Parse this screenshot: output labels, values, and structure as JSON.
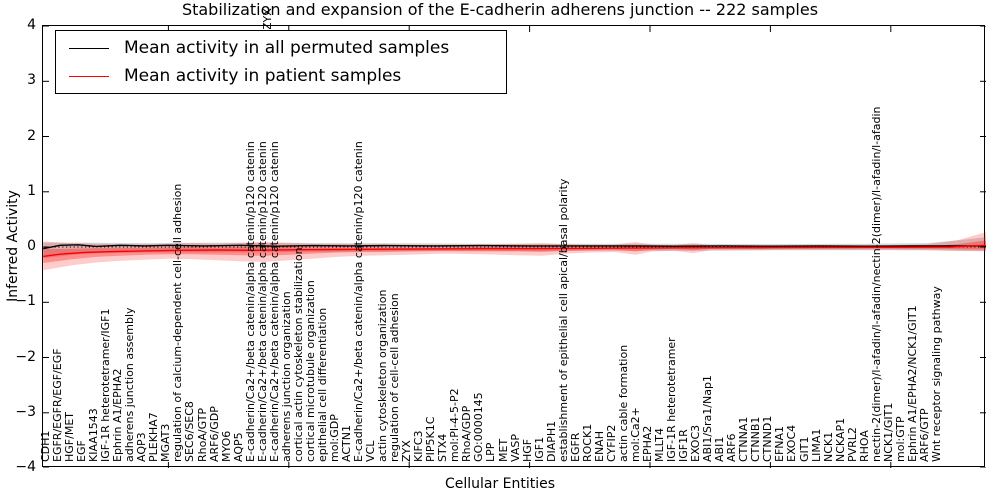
{
  "title": "Stabilization and expansion of the E-cadherin adherens junction -- 222 samples",
  "axes": {
    "ylabel": "Inferred Activity",
    "xlabel": "Cellular Entities"
  },
  "legend": {
    "items": [
      {
        "label": "Mean activity in all permuted samples",
        "color": "#000000"
      },
      {
        "label": "Mean activity in patient samples",
        "color": "#ff0000"
      }
    ]
  },
  "clipped_label_tail": "ZYX",
  "chart_data": {
    "type": "line",
    "title": "Stabilization and expansion of the E-cadherin adherens junction -- 222 samples",
    "xlabel": "Cellular Entities",
    "ylabel": "Inferred Activity",
    "ylim": [
      -4,
      4
    ],
    "yticks": [
      4,
      3,
      2,
      1,
      0,
      -1,
      -2,
      -3,
      -4
    ],
    "xtick_positions": [
      10,
      20,
      30,
      40,
      50,
      60,
      70
    ],
    "grid": false,
    "legend_position": "upper left",
    "x_entities": [
      "CDH1",
      "EGFR/EGFR/EGF/EGF",
      "HGF/MET",
      "EGF",
      "KIAA1543",
      "IGF-1R heterotetramer/IGF1",
      "Ephrin A1/EPHA2",
      "adherens junction assembly",
      "AQP3",
      "PLEKHA7",
      "MGAT3",
      "regulation of calcium-dependent cell-cell adhesion",
      "SEC6/SEC8",
      "RhoA/GTP",
      "ARF6/GDP",
      "MYO6",
      "AQP5",
      "E-cadherin/Ca2+/beta catenin/alpha catenin/p120 catenin",
      "E-cadherin/Ca2+/beta catenin/alpha catenin/p120 catenin",
      "E-cadherin/Ca2+/beta catenin/alpha catenin/p120 catenin",
      "adherens junction organization",
      "cortical actin cytoskeleton stabilization",
      "cortical microtubule organization",
      "epithelial cell differentiation",
      "mol:GDP",
      "ACTN1",
      "E-cadherin/Ca2+/beta catenin/alpha catenin/p120 catenin",
      "VCL",
      "actin cytoskeleton organization",
      "regulation of cell-cell adhesion",
      "ZYX",
      "KIFC3",
      "PIP5K1C",
      "STX4",
      "mol:PI-4-5-P2",
      "RhoA/GDP",
      "GO:0000145",
      "LPP",
      "MET",
      "VASP",
      "HGF",
      "IGF1",
      "DIAPH1",
      "establishment of epithelial cell apical/basal polarity",
      "EGFR",
      "ROCK1",
      "ENAH",
      "CYFIP2",
      "actin cable formation",
      "mol:Ca2+",
      "EPHA2",
      "MLLT4",
      "IGF-1R heterotetramer",
      "IGF1R",
      "EXOC3",
      "ABI1/Sra1/Nap1",
      "ABI1",
      "ARF6",
      "CTNNA1",
      "CTNNB1",
      "CTNND1",
      "EFNA1",
      "EXOC4",
      "GIT1",
      "LIMA1",
      "NCK1",
      "NCKAP1",
      "PVRL2",
      "RHOA",
      "nectin-2(dimer)/l-afadin/l-afadin/nectin-2(dimer)/l-afadin/l-afadin",
      "NCK1/GIT1",
      "mol:GTP",
      "Ephrin A1/EPHA2/NCK1/GIT1",
      "ARF6/GTP",
      "Wnt receptor signaling pathway"
    ],
    "bands": [
      {
        "name": "permuted-samples-spread",
        "color": "rgba(125,125,125,0.30)",
        "points": [
          [
            -0.4,
            0.08,
            -0.2
          ],
          [
            3,
            0.08,
            -0.12
          ],
          [
            8,
            0.07,
            -0.1
          ],
          [
            14,
            0.08,
            -0.1
          ],
          [
            20,
            0.07,
            -0.09
          ],
          [
            28,
            0.07,
            -0.08
          ],
          [
            36,
            0.06,
            -0.08
          ],
          [
            44,
            0.06,
            -0.07
          ],
          [
            52,
            0.06,
            -0.07
          ],
          [
            60,
            0.055,
            -0.06
          ],
          [
            68,
            0.06,
            -0.06
          ],
          [
            73,
            0.07,
            -0.06
          ],
          [
            76,
            0.13,
            -0.07
          ],
          [
            77.9,
            0.18,
            -0.07
          ]
        ]
      },
      {
        "name": "patient-samples-spread-outer",
        "color": "rgba(255,0,0,0.20)",
        "points": [
          [
            -0.4,
            0.1,
            -0.42
          ],
          [
            2,
            0.07,
            -0.33
          ],
          [
            4,
            0.06,
            -0.28
          ],
          [
            6,
            0.05,
            -0.25
          ],
          [
            8,
            0.05,
            -0.23
          ],
          [
            10,
            0.06,
            -0.21
          ],
          [
            12,
            0.07,
            -0.22
          ],
          [
            14,
            0.06,
            -0.24
          ],
          [
            16,
            0.08,
            -0.26
          ],
          [
            18,
            0.09,
            -0.27
          ],
          [
            20,
            0.08,
            -0.24
          ],
          [
            22,
            0.06,
            -0.21
          ],
          [
            24,
            0.06,
            -0.18
          ],
          [
            26,
            0.05,
            -0.16
          ],
          [
            28,
            0.05,
            -0.15
          ],
          [
            30,
            0.04,
            -0.14
          ],
          [
            33,
            0.04,
            -0.12
          ],
          [
            36,
            0.05,
            -0.13
          ],
          [
            39,
            0.06,
            -0.15
          ],
          [
            41,
            0.07,
            -0.16
          ],
          [
            43,
            0.05,
            -0.12
          ],
          [
            45,
            0.04,
            -0.1
          ],
          [
            47,
            0.04,
            -0.09
          ],
          [
            48.8,
            0.09,
            -0.14
          ],
          [
            50.2,
            0.04,
            -0.08
          ],
          [
            52,
            0.03,
            -0.07
          ],
          [
            53.6,
            0.07,
            -0.11
          ],
          [
            55,
            0.03,
            -0.06
          ],
          [
            58,
            0.03,
            -0.06
          ],
          [
            62,
            0.025,
            -0.05
          ],
          [
            66,
            0.025,
            -0.05
          ],
          [
            70,
            0.03,
            -0.05
          ],
          [
            73,
            0.05,
            -0.06
          ],
          [
            75.5,
            0.12,
            -0.07
          ],
          [
            77.9,
            0.27,
            -0.08
          ]
        ]
      },
      {
        "name": "patient-samples-spread-inner",
        "color": "rgba(255,0,0,0.30)",
        "points": [
          [
            -0.4,
            -0.04,
            -0.29
          ],
          [
            2,
            -0.03,
            -0.22
          ],
          [
            4,
            -0.02,
            -0.18
          ],
          [
            6,
            -0.02,
            -0.16
          ],
          [
            8,
            -0.015,
            -0.14
          ],
          [
            10,
            -0.01,
            -0.13
          ],
          [
            12,
            0.0,
            -0.13
          ],
          [
            14,
            -0.01,
            -0.14
          ],
          [
            16,
            0.0,
            -0.15
          ],
          [
            18,
            0.0,
            -0.16
          ],
          [
            20,
            0.0,
            -0.14
          ],
          [
            22,
            -0.01,
            -0.12
          ],
          [
            24,
            -0.01,
            -0.1
          ],
          [
            26,
            -0.01,
            -0.09
          ],
          [
            28,
            -0.01,
            -0.09
          ],
          [
            30,
            -0.01,
            -0.08
          ],
          [
            33,
            -0.01,
            -0.07
          ],
          [
            36,
            0.0,
            -0.075
          ],
          [
            39,
            0.0,
            -0.08
          ],
          [
            41,
            0.0,
            -0.09
          ],
          [
            43,
            -0.005,
            -0.07
          ],
          [
            45,
            -0.005,
            -0.06
          ],
          [
            47,
            -0.005,
            -0.05
          ],
          [
            48.8,
            0.02,
            -0.08
          ],
          [
            50.2,
            -0.005,
            -0.05
          ],
          [
            52,
            -0.005,
            -0.04
          ],
          [
            53.6,
            0.02,
            -0.06
          ],
          [
            55,
            -0.005,
            -0.035
          ],
          [
            58,
            -0.005,
            -0.035
          ],
          [
            62,
            0.0,
            -0.03
          ],
          [
            66,
            0.0,
            -0.03
          ],
          [
            70,
            0.005,
            -0.03
          ],
          [
            73,
            0.015,
            -0.035
          ],
          [
            75.5,
            0.05,
            -0.04
          ],
          [
            77.9,
            0.12,
            -0.05
          ]
        ]
      }
    ],
    "series": [
      {
        "name": "zero-baseline",
        "color": "#000000",
        "style": "dotted",
        "points": [
          [
            -0.4,
            0
          ],
          [
            77.9,
            0
          ]
        ]
      },
      {
        "name": "Mean activity in all permuted samples",
        "color": "#000000",
        "style": "solid",
        "points": [
          [
            -0.4,
            -0.03
          ],
          [
            1,
            0.03
          ],
          [
            2.5,
            0.04
          ],
          [
            4,
            0.01
          ],
          [
            6,
            0.03
          ],
          [
            8,
            0.02
          ],
          [
            10,
            0.03
          ],
          [
            13,
            0.02
          ],
          [
            16,
            0.03
          ],
          [
            19,
            0.015
          ],
          [
            22,
            0.025
          ],
          [
            25,
            0.02
          ],
          [
            28,
            0.025
          ],
          [
            32,
            0.02
          ],
          [
            36,
            0.025
          ],
          [
            40,
            0.02
          ],
          [
            44,
            0.02
          ],
          [
            48,
            0.02
          ],
          [
            52,
            0.015
          ],
          [
            56,
            0.02
          ],
          [
            60,
            0.015
          ],
          [
            64,
            0.02
          ],
          [
            68,
            0.015
          ],
          [
            72,
            0.02
          ],
          [
            77.9,
            0.02
          ]
        ]
      },
      {
        "name": "Mean activity in patient samples",
        "color": "#ff0000",
        "style": "solid",
        "points": [
          [
            -0.4,
            -0.17
          ],
          [
            1,
            -0.13
          ],
          [
            3,
            -0.1
          ],
          [
            5,
            -0.085
          ],
          [
            8,
            -0.07
          ],
          [
            11,
            -0.06
          ],
          [
            14,
            -0.055
          ],
          [
            17,
            -0.06
          ],
          [
            20,
            -0.05
          ],
          [
            24,
            -0.045
          ],
          [
            28,
            -0.04
          ],
          [
            32,
            -0.035
          ],
          [
            36,
            -0.03
          ],
          [
            40,
            -0.03
          ],
          [
            44,
            -0.025
          ],
          [
            48,
            -0.02
          ],
          [
            52,
            -0.015
          ],
          [
            56,
            -0.012
          ],
          [
            60,
            -0.01
          ],
          [
            64,
            -0.008
          ],
          [
            68,
            -0.006
          ],
          [
            72,
            -0.004
          ],
          [
            75,
            0.0
          ],
          [
            77.9,
            0.03
          ]
        ]
      }
    ]
  }
}
